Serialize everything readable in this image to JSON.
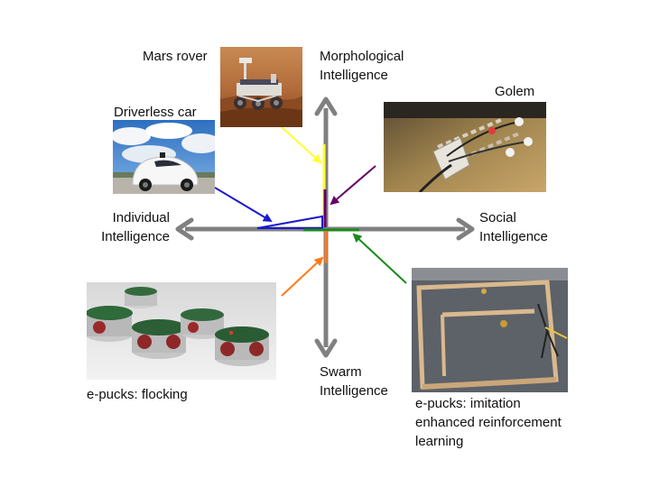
{
  "axes": {
    "top_line1": "Morphological",
    "top_line2": "Intelligence",
    "bottom_line1": "Swarm",
    "bottom_line2": "Intelligence",
    "left_line1": "Individual",
    "left_line2": "Intelligence",
    "right_line1": "Social",
    "right_line2": "Intelligence",
    "axis_color": "#808080"
  },
  "examples": [
    {
      "label": "Mars rover",
      "connector_color": "#ffff33",
      "photo": "mars-rover-photo"
    },
    {
      "label": "Driverless car",
      "connector_color": "#1a1acc",
      "photo": "driverless-car-photo"
    },
    {
      "label": "Golem",
      "connector_color": "#660066",
      "photo": "golem-robot-photo"
    },
    {
      "label": "e-pucks: flocking",
      "connector_color": "#ff7a1a",
      "photo": "epuck-flocking-photo"
    },
    {
      "label_line1": "e-pucks: imitation",
      "label_line2": "enhanced reinforcement",
      "label_line3": "learning",
      "connector_color": "#1a8a1a",
      "photo": "epuck-arena-photo"
    }
  ]
}
